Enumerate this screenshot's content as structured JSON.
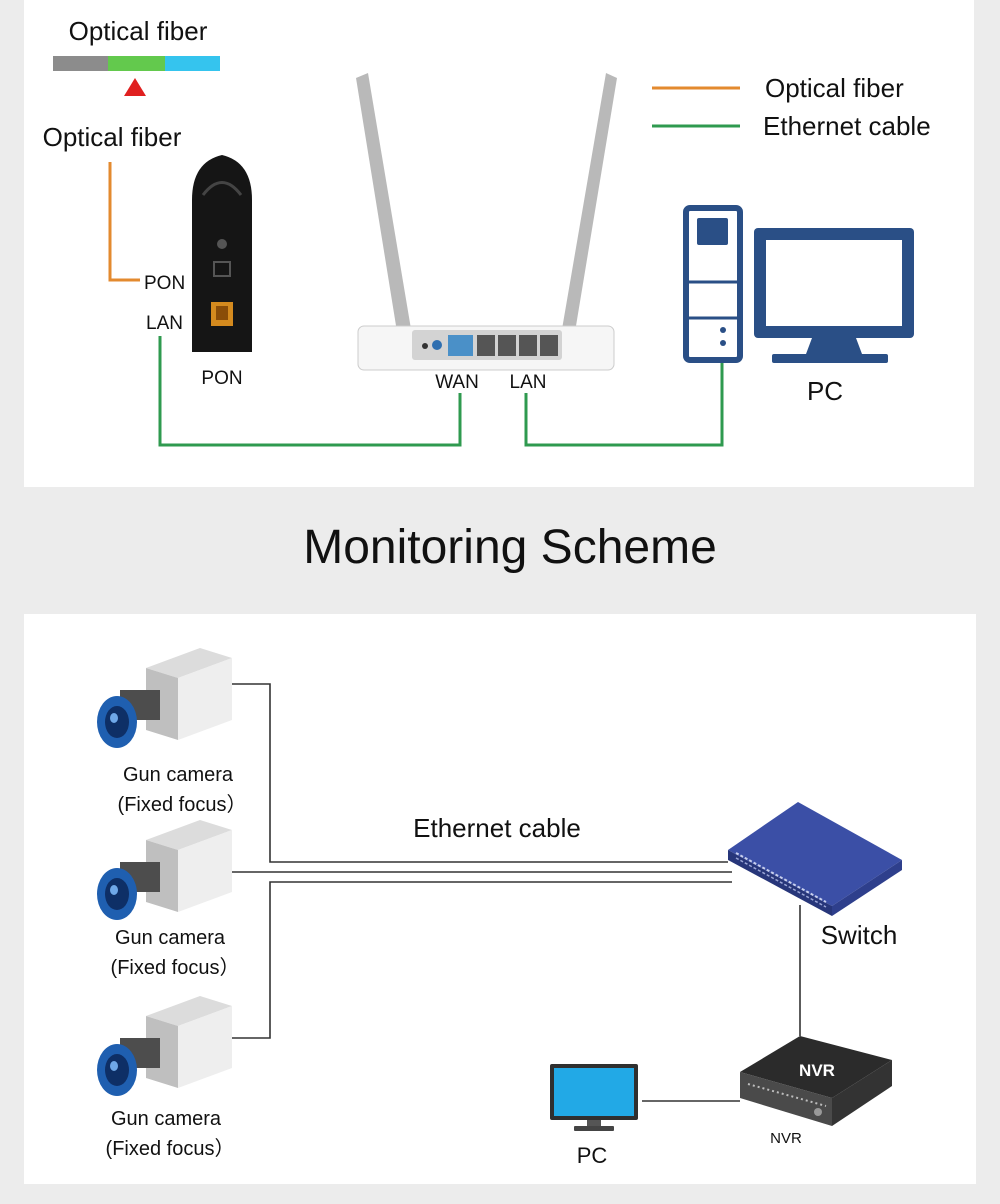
{
  "colors": {
    "optical_fiber": "#e38a2f",
    "ethernet": "#2f9a4f",
    "device_blue": "#2a4f86",
    "switch_blue": "#3b4fa6"
  },
  "top": {
    "fiber_strip_label": "Optical fiber",
    "fiber_line_label": "Optical fiber",
    "pon_port_label": "PON",
    "lan_port_label": "LAN",
    "pon_device_label": "PON",
    "router_wan_label": "WAN",
    "router_lan_label": "LAN",
    "pc_label": "PC",
    "legend": [
      {
        "label": "Optical fiber",
        "color_key": "optical_fiber"
      },
      {
        "label": "Ethernet cable",
        "color_key": "ethernet"
      }
    ]
  },
  "section_title": "Monitoring Scheme",
  "bottom": {
    "cameras": [
      {
        "name": "Gun camera",
        "sub": "(Fixed focus）"
      },
      {
        "name": "Gun camera",
        "sub": "(Fixed focus）"
      },
      {
        "name": "Gun camera",
        "sub": "(Fixed focus）"
      }
    ],
    "ethernet_label": "Ethernet cable",
    "switch_label": "Switch",
    "nvr_badge": "NVR",
    "nvr_label": "NVR",
    "pc_label": "PC"
  }
}
